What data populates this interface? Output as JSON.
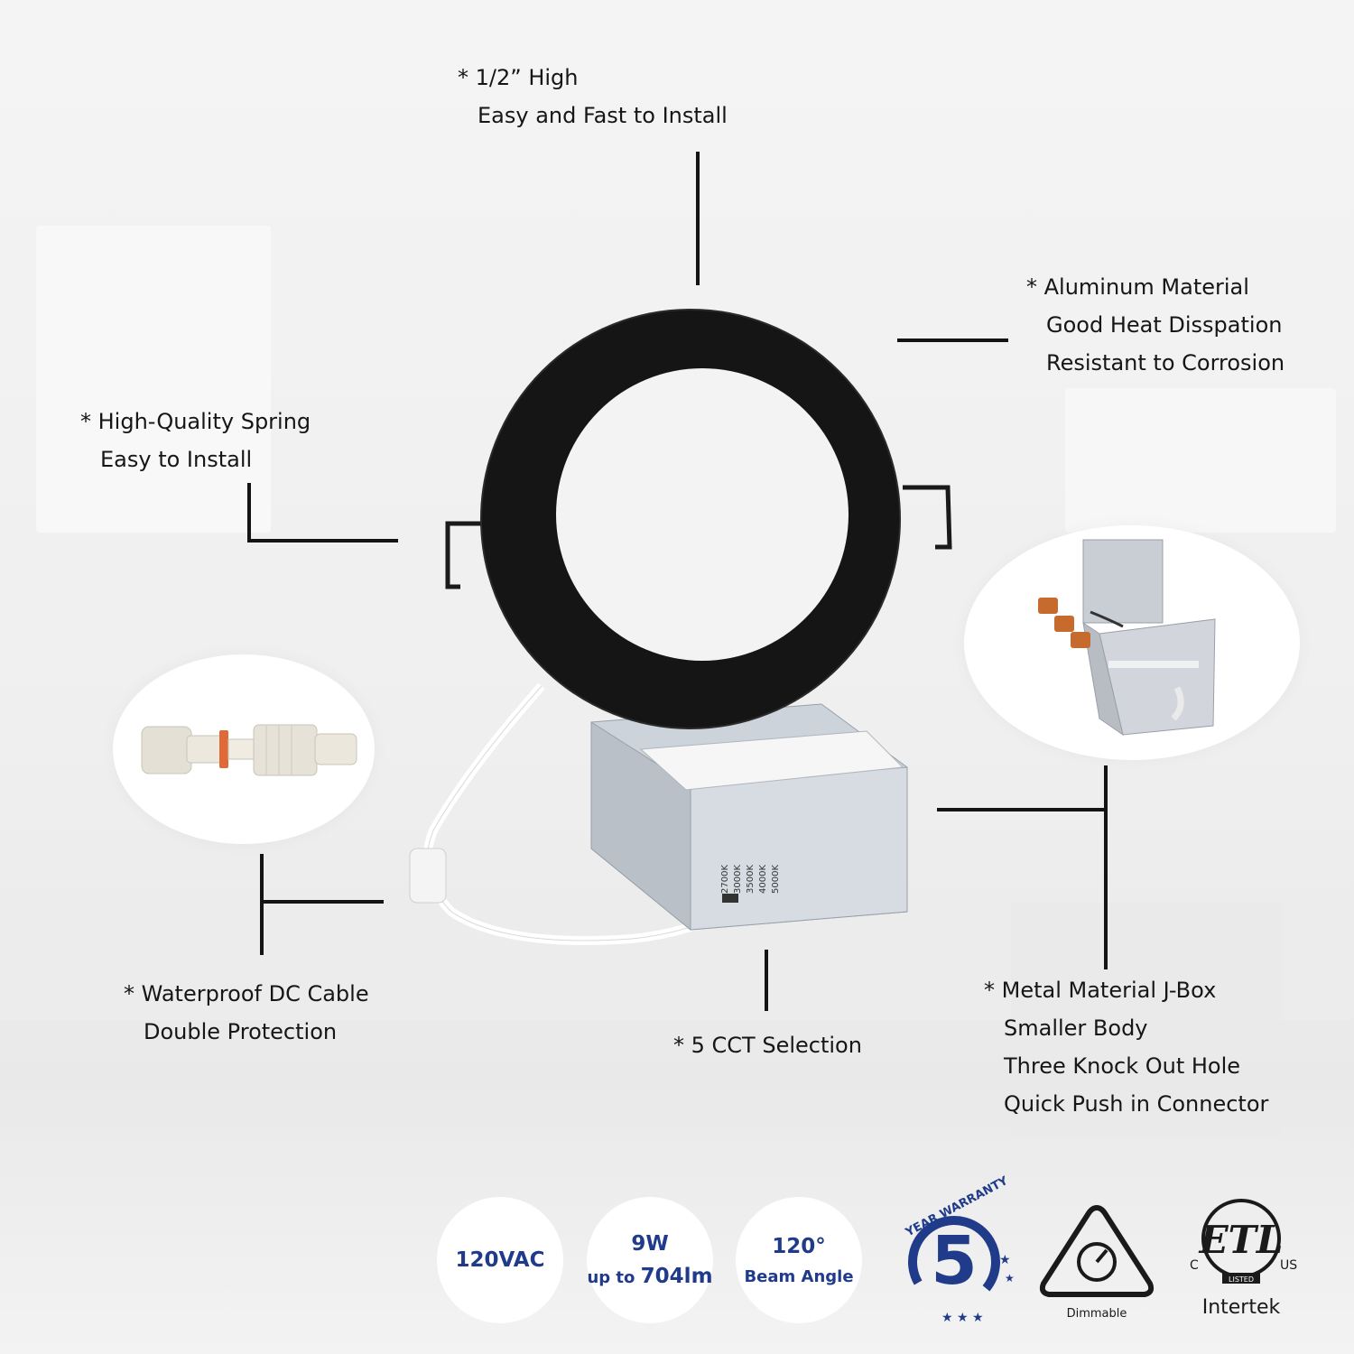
{
  "features": {
    "height": {
      "line1": "* 1/2”  High",
      "line2": "Easy and Fast to Install"
    },
    "aluminum": {
      "line1": "* Aluminum Material",
      "line2": "Good Heat Disspation",
      "line3": "Resistant to Corrosion"
    },
    "spring": {
      "line1": "* High-Quality Spring",
      "line2": "Easy to Install"
    },
    "cable": {
      "line1": "* Waterproof DC Cable",
      "line2": "Double Protection"
    },
    "cct": {
      "line1": "* 5 CCT Selection"
    },
    "jbox": {
      "line1": "* Metal Material J-Box",
      "line2": "Smaller Body",
      "line3": "Three Knock Out Hole",
      "line4": "Quick Push in Connector"
    }
  },
  "cct_options": [
    "2700K",
    "3000K",
    "3500K",
    "4000K",
    "5000K"
  ],
  "badges": {
    "voltage": "120VAC",
    "power": "9W",
    "lumens_prefix": "up to",
    "lumens_value": "704lm",
    "beam": "120°",
    "beam_label": "Beam Angle"
  },
  "certifications": {
    "warranty_number": "5",
    "warranty_text": "YEAR WARRANTY",
    "dimmable_label": "Dimmable",
    "etl_mark": "ETL",
    "etl_c": "C",
    "etl_us": "US",
    "etl_listed": "LISTED",
    "etl_brand": "Intertek"
  },
  "colors": {
    "badge_text": "#1f3b8a",
    "label_text": "#161616",
    "trim": "#151515"
  }
}
